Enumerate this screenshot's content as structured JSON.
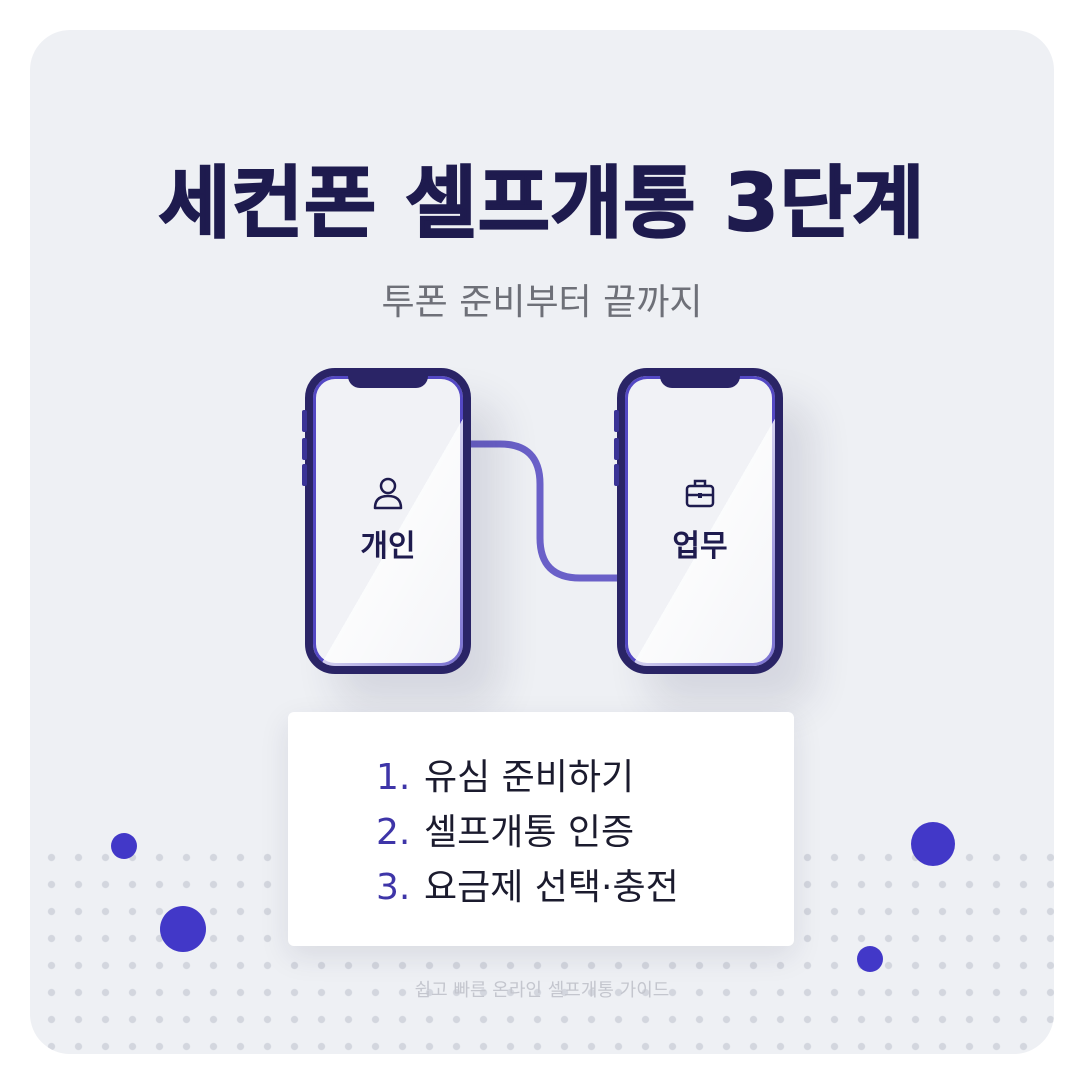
{
  "title": "세컨폰 셀프개통 3단계",
  "subtitle": "투폰 준비부터 끝까지",
  "phones": [
    {
      "label": "개인",
      "icon": "person-icon"
    },
    {
      "label": "업무",
      "icon": "briefcase-icon"
    }
  ],
  "steps": [
    {
      "num": "1.",
      "text": "유심 준비하기"
    },
    {
      "num": "2.",
      "text": "셀프개통 인증"
    },
    {
      "num": "3.",
      "text": "요금제 선택·충전"
    }
  ],
  "footer": "쉽고 빠른 온라인 셀프개통 가이드",
  "colors": {
    "background": "#eef0f4",
    "title": "#1e1b4e",
    "accent": "#4238c8",
    "phone_frame": "#2a2466",
    "connector": "#6a60c8"
  }
}
